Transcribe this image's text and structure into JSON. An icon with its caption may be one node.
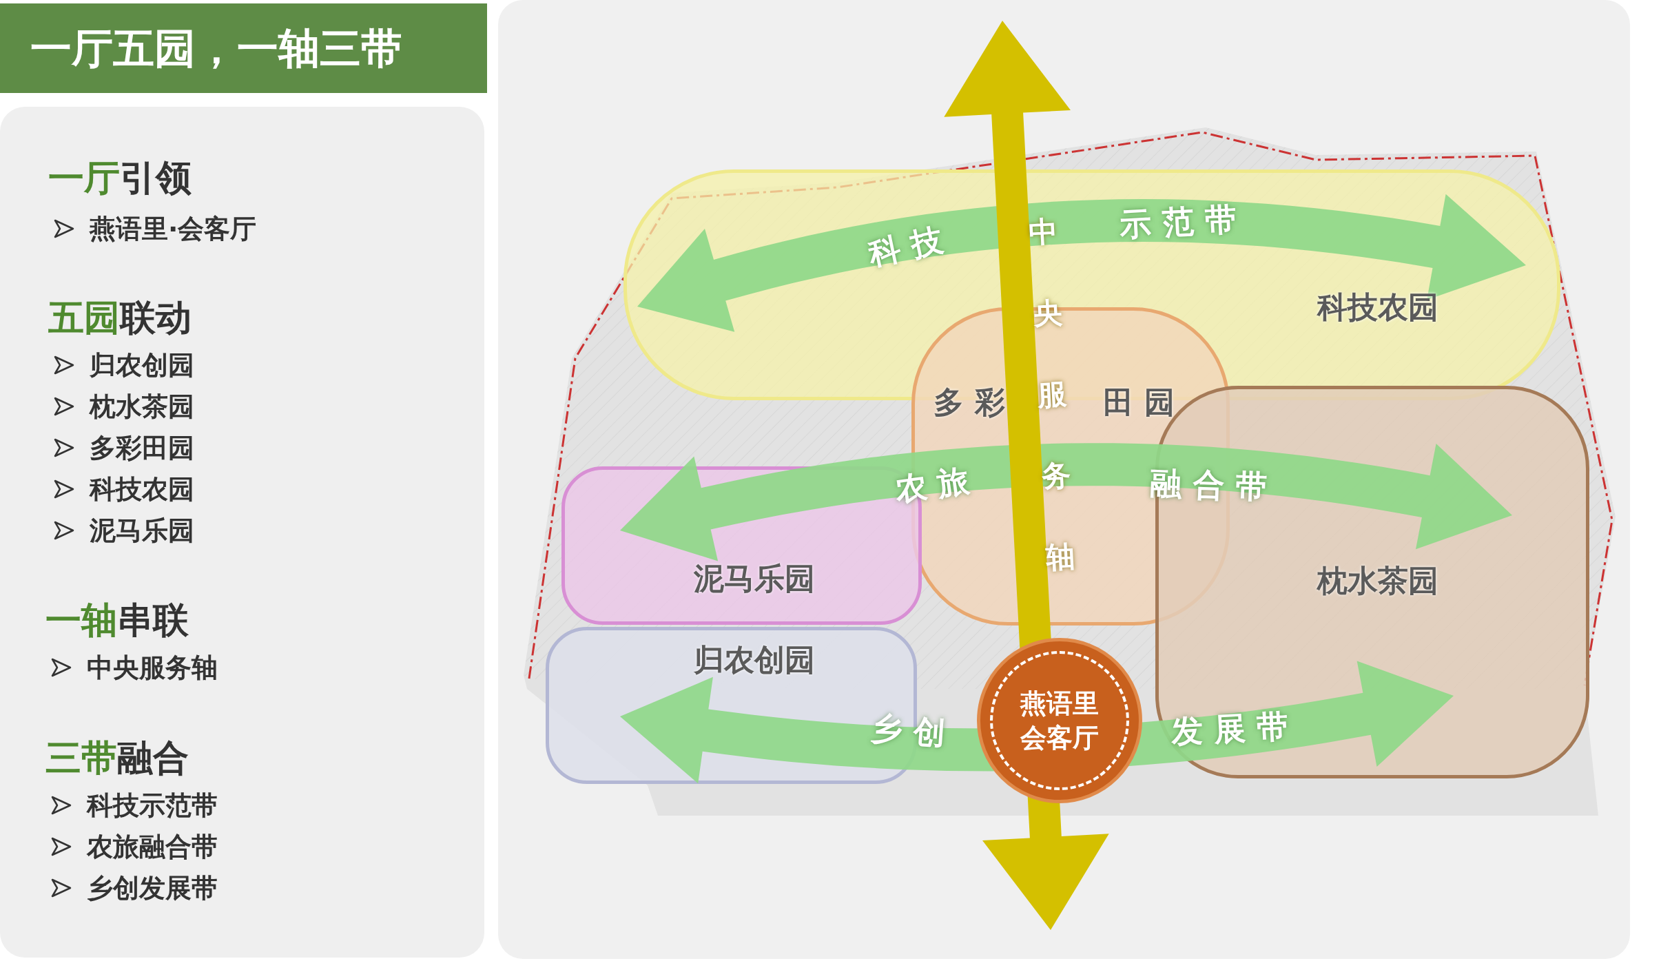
{
  "diagram": {
    "title": "一厅五园，一轴三带",
    "nodes": [
      {
        "text": [
          "科技农园"
        ]
      },
      {
        "text": [
          "多 彩",
          "田 园"
        ]
      },
      {
        "text": [
          "枕水茶园"
        ]
      },
      {
        "text": [
          "泥马乐园"
        ]
      },
      {
        "text": [
          "归农创园"
        ]
      },
      {
        "text": [
          "燕语里会客厅"
        ]
      }
    ],
    "labels": [
      "一厅引领",
      "燕语里·会客厅",
      "五园联动",
      "归农创园",
      "枕水茶园",
      "多彩田园",
      "科技农园",
      "泥马乐园",
      "一轴串联",
      "中央服务轴",
      "三带融合",
      "科技示范带",
      "农旅融合带",
      "乡创发展带",
      "科 技",
      "示 范 带",
      "中央服务轴",
      "农 旅",
      "融 合 带",
      "乡 创",
      "发 展 带"
    ]
  }
}
